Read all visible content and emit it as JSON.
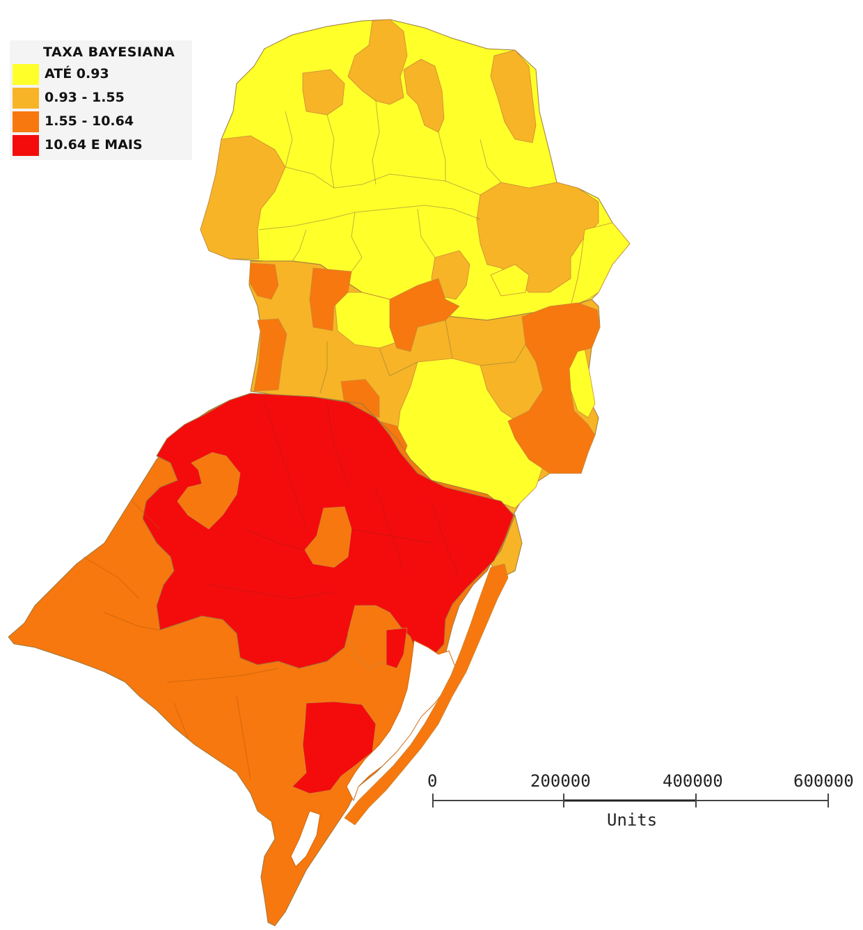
{
  "legend": {
    "title": "TAXA BAYESIANA",
    "items": [
      {
        "label": "ATÉ  0.93",
        "color": "#ffff2a"
      },
      {
        "label": "0.93 - 1.55",
        "color": "#f7b426"
      },
      {
        "label": "1.55 - 10.64",
        "color": "#f7780e"
      },
      {
        "label": "10.64 E MAIS",
        "color": "#f40c0c"
      }
    ]
  },
  "scale_bar": {
    "ticks": [
      "0",
      "200000",
      "400000",
      "600000"
    ],
    "units": "Units"
  }
}
